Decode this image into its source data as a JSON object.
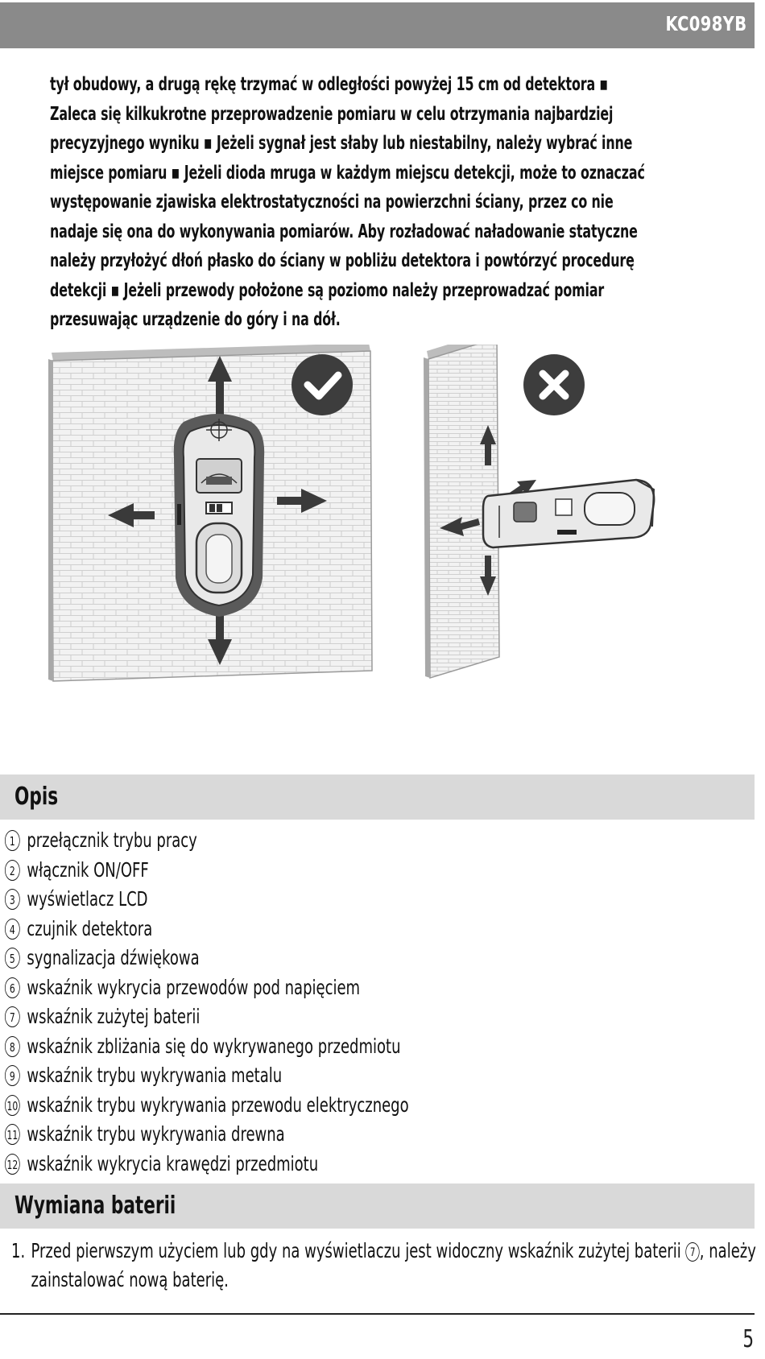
{
  "header": {
    "model": "KC098YB"
  },
  "intro_text": "tył obudowy, a drugą rękę trzymać w odległości powyżej 15 cm od detektora ▪ Zaleca się kilkukrotne przeprowadzenie pomiaru w celu otrzymania najbardziej precyzyjnego wyniku ▪ Jeżeli sygnał jest słaby lub niestabilny, należy wybrać inne miejsce pomiaru ▪ Jeżeli dioda mruga w każdym miejscu detekcji, może to oznaczać występowanie zjawiska elektrostatyczności na powierzchni ściany, przez co nie nadaje się ona do wykonywania pomiarów. Aby rozładować naładowanie statyczne należy przyłożyć dłoń płasko do ściany w pobliżu detektora i powtórzyć procedurę detekcji ▪ Jeżeli przewody położone są poziomo należy przeprowadzać pomiar przesuwając urządzenie do góry i na dół.",
  "opis": {
    "title": "Opis",
    "items": [
      {
        "num": "1",
        "label": "przełącznik trybu pracy"
      },
      {
        "num": "2",
        "label": "włącznik ON/OFF"
      },
      {
        "num": "3",
        "label": "wyświetlacz LCD"
      },
      {
        "num": "4",
        "label": "czujnik detektora"
      },
      {
        "num": "5",
        "label": "sygnalizacja dźwiękowa"
      },
      {
        "num": "6",
        "label": "wskaźnik wykrycia przewodów pod napięciem"
      },
      {
        "num": "7",
        "label": "wskaźnik zużytej baterii"
      },
      {
        "num": "8",
        "label": "wskaźnik zbliżania się do wykrywanego przedmiotu"
      },
      {
        "num": "9",
        "label": "wskaźnik trybu wykrywania metalu"
      },
      {
        "num": "10",
        "label": "wskaźnik trybu wykrywania przewodu elektrycznego"
      },
      {
        "num": "11",
        "label": "wskaźnik trybu wykrywania drewna"
      },
      {
        "num": "12",
        "label": "wskaźnik wykrycia krawędzi przedmiotu"
      }
    ]
  },
  "battery": {
    "title": "Wymiana baterii",
    "step_index": "1.",
    "step_text_before": "Przed pierwszym użyciem lub gdy na wyświetlaczu jest widoczny wskaźnik zużytej baterii",
    "step_ref": "7",
    "step_text_after": ", należy zainstalować nową baterię."
  },
  "footer": {
    "page": "5"
  },
  "icons": {
    "correct": "check-mark-icon",
    "incorrect": "cross-mark-icon"
  }
}
